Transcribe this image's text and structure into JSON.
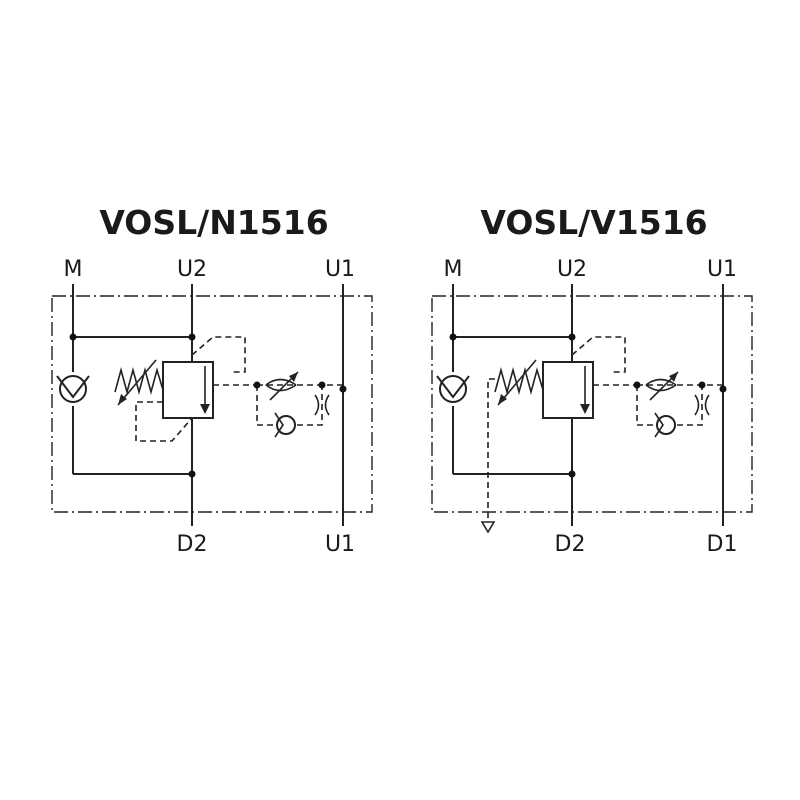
{
  "diagrams": [
    {
      "title": "VOSL/N1516",
      "ports": {
        "m": "M",
        "top_mid": "U2",
        "top_right": "U1",
        "bottom_mid": "D2",
        "bottom_right": "U1"
      },
      "drain_to_tank": false
    },
    {
      "title": "VOSL/V1516",
      "ports": {
        "m": "M",
        "top_mid": "U2",
        "top_right": "U1",
        "bottom_mid": "D2",
        "bottom_right": "D1"
      },
      "drain_to_tank": true
    }
  ]
}
